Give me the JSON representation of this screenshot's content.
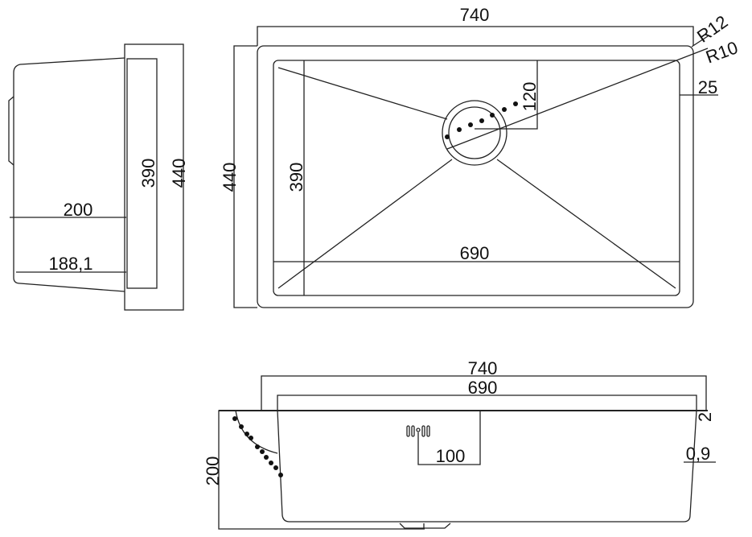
{
  "drawing": {
    "side_view": {
      "depth_top": "200",
      "depth_bottom": "188,1",
      "inner_width": "390",
      "outer_width": "440"
    },
    "top_view": {
      "outer_length": "740",
      "outer_width": "440",
      "inner_width": "390",
      "inner_length": "690",
      "drain_offset": "120",
      "radius_outer": "R12",
      "radius_inner": "R10",
      "rim": "25"
    },
    "front_view": {
      "outer_length": "740",
      "inner_length": "690",
      "depth": "200",
      "overflow_offset": "100",
      "rim_thickness": "2",
      "wall_thickness": "0,9"
    }
  },
  "colors": {
    "line": "#222222",
    "background": "#ffffff"
  }
}
